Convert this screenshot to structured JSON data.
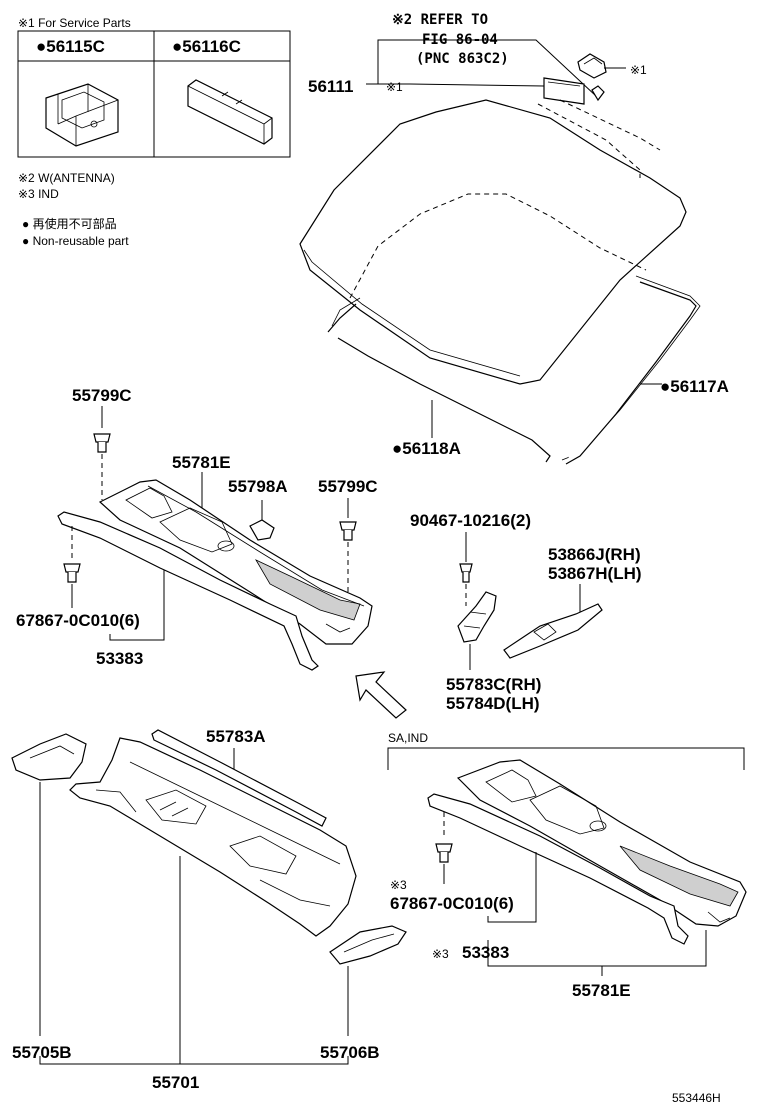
{
  "legend": {
    "service_parts": "※1 For Service Parts",
    "part_a": "●56115C",
    "part_b": "●56116C",
    "note_antenna": "※2 W(ANTENNA)",
    "note_ind": "※3 IND",
    "nonreuse_jp": "● 再使用不可部品",
    "nonreuse_en": "● Non-reusable part"
  },
  "refer": {
    "line1": "※2 REFER TO",
    "line2": "FIG 86-04",
    "line3": "(PNC 863C2)"
  },
  "labels": {
    "p56111": "56111",
    "mark1a": "※1",
    "mark1b": "※1",
    "p56117A": "●56117A",
    "p56118A": "●56118A",
    "p55799C_a": "55799C",
    "p55781E_a": "55781E",
    "p55798A": "55798A",
    "p55799C_b": "55799C",
    "p90467": "90467-10216(2)",
    "p53866J": "53866J(RH)",
    "p53867H": "53867H(LH)",
    "p67867_a": "67867-0C010(6)",
    "p53383_a": "53383",
    "p55783C": "55783C(RH)",
    "p55784D": "55784D(LH)",
    "p55783A": "55783A",
    "sa_ind": "SA,IND",
    "mark3a": "※3",
    "p67867_b": "67867-0C010(6)",
    "mark3b": "※3",
    "p53383_b": "53383",
    "p55781E_b": "55781E",
    "p55705B": "55705B",
    "p55706B": "55706B",
    "p55701": "55701",
    "fig_id": "553446H"
  }
}
